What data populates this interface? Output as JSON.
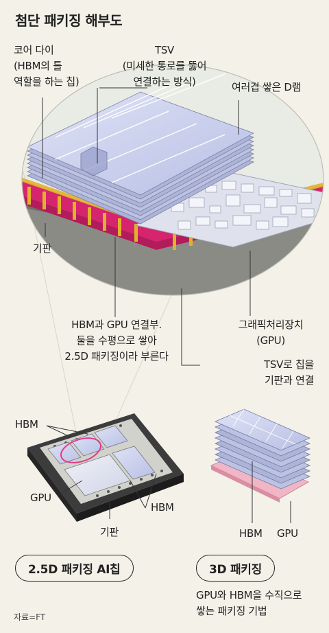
{
  "title": "첨단 패키징 해부도",
  "labels": {
    "core_die": [
      "코어 다이",
      "(HBM의 틀",
      "역할을 하는 칩)"
    ],
    "tsv": [
      "TSV",
      "(미세한 통로를 뚫어",
      "연결하는 방식)"
    ],
    "stacked_dram": "여러겹 쌓은 D램",
    "substrate_top": "기판",
    "hbm_gpu_link": [
      "HBM과 GPU 연결부.",
      "둘을 수평으로 쌓아",
      "2.5D 패키징이라 부른다"
    ],
    "gpu_top": [
      "그래픽처리장치",
      "(GPU)"
    ],
    "tsv_connect": [
      "TSV로 칩을",
      "기판과 연결"
    ],
    "hbm_left_top": "HBM",
    "gpu_left": "GPU",
    "hbm_left_bottom": "HBM",
    "substrate_left": "기판",
    "hbm_right": "HBM",
    "gpu_right": "GPU"
  },
  "sections": {
    "left_title": "2.5D 패키징 AI칩",
    "right_title": "3D 패키징",
    "right_caption": [
      "GPU와 HBM을 수직으로",
      "쌓는 패키징 기법"
    ]
  },
  "source": "자료=FT",
  "colors": {
    "background": "#f3f1e8",
    "magenta": "#d6246e",
    "gold": "#e0b22a",
    "chip_blue": "#c7cdea",
    "pink_highlight": "#e23b8a"
  }
}
